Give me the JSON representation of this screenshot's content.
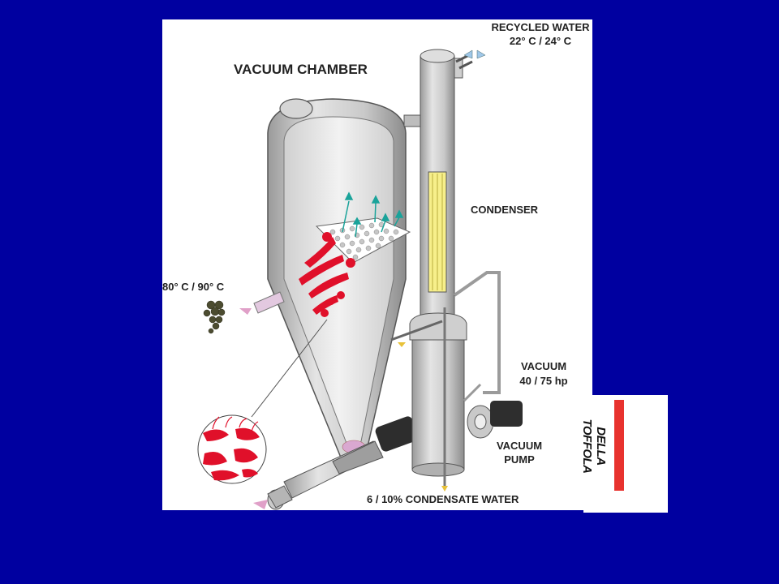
{
  "labels": {
    "vacuum_chamber": "VACUUM CHAMBER",
    "recycled_water": "RECYCLED WATER",
    "recycled_water_temp": "22° C / 24° C",
    "condenser": "CONDENSER",
    "inlet_temp": "80° C / 90° C",
    "vacuum": "VACUUM",
    "vacuum_power": "40 / 75 hp",
    "vacuum_pump_1": "VACUUM",
    "vacuum_pump_2": "PUMP",
    "condensate": "6 / 10% CONDENSATE WATER"
  },
  "logo": {
    "text": "DELLA TOFFOLA",
    "accent": "#e8322e"
  },
  "colors": {
    "background": "#0000a0",
    "panel": "#ffffff",
    "steel": "#c8c8c8",
    "steam": "#1aa39a",
    "must": "#e0102a",
    "grape": "#5a5a3a",
    "flow_arrow": "#e0a0c8"
  }
}
